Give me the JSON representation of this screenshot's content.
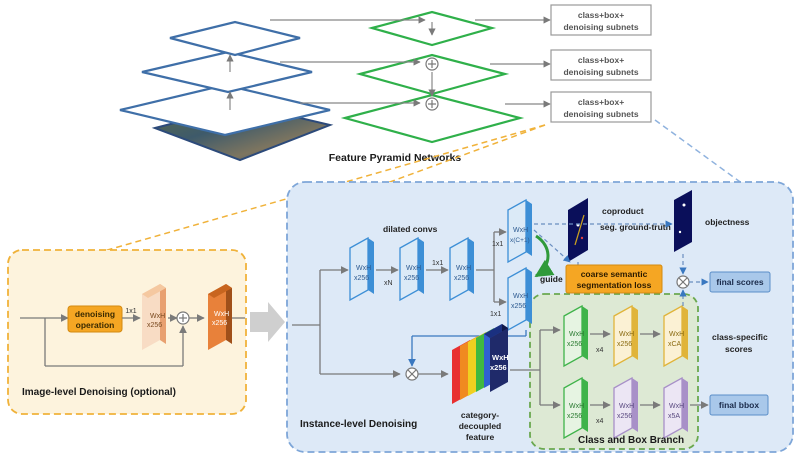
{
  "fpn": {
    "title": "Feature Pyramid Networks",
    "subnets": [
      "class+box+",
      "denoising subnets"
    ]
  },
  "image_level": {
    "title": "Image-level Denoising (optional)",
    "op_line1": "denoising",
    "op_line2": "operation",
    "conv": "1x1",
    "block_a": [
      "WxH",
      "x256"
    ],
    "block_b": [
      "WxH",
      "x256"
    ]
  },
  "instance_level": {
    "title": "Instance-level Denoising",
    "dilated": "dilated convs",
    "xN": "xN",
    "conv1x1": "1x1",
    "block": [
      "WxH",
      "x256"
    ],
    "block_c1": [
      "WxH",
      "x(C+1)"
    ],
    "guide": "guide",
    "coproduct": "coproduct",
    "seg_gt": "seg. ground-truth",
    "objectness": "objectness",
    "coarse_loss1": "coarse semantic",
    "coarse_loss2": "segmentation loss",
    "final_scores": "final scores",
    "final_bbox": "final bbox",
    "cdf1": "category-",
    "cdf2": "decoupled",
    "cdf3": "feature",
    "class_specific1": "class-specific",
    "class_specific2": "scores",
    "x4": "x4",
    "xCA": [
      "WxH",
      "xCA"
    ],
    "x5A": [
      "WxH",
      "x5A"
    ]
  },
  "branch": {
    "title": "Class and Box Branch"
  },
  "colors": {
    "blue_panel": "#dde9f7",
    "blue_border": "#7ea6d8",
    "yellow_panel": "#fdf3dd",
    "yellow_border": "#f0b23a",
    "green_panel": "#dde9d4",
    "green_border": "#6aa84f",
    "orange_box": "#f5a623",
    "blue_block": "#3d8fd6",
    "green_block": "#3fb34a",
    "yellow_block": "#e0b43a",
    "purple_block": "#a890c8"
  }
}
